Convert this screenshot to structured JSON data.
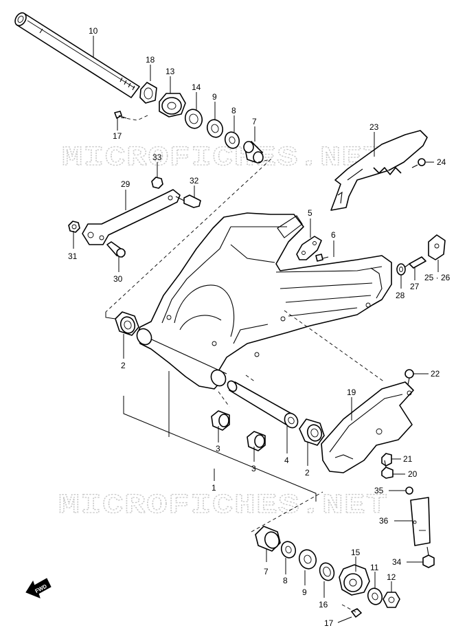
{
  "watermark": "MICROFICHES.NET",
  "direction_label": "FWD",
  "callouts": [
    {
      "id": "c10a",
      "label": "10"
    },
    {
      "id": "c18",
      "label": "18"
    },
    {
      "id": "c13",
      "label": "13"
    },
    {
      "id": "c14",
      "label": "14"
    },
    {
      "id": "c9a",
      "label": "9"
    },
    {
      "id": "c8a",
      "label": "8"
    },
    {
      "id": "c7a",
      "label": "7"
    },
    {
      "id": "c17a",
      "label": "17"
    },
    {
      "id": "c33",
      "label": "33"
    },
    {
      "id": "c32",
      "label": "32"
    },
    {
      "id": "c29",
      "label": "29"
    },
    {
      "id": "c31",
      "label": "31"
    },
    {
      "id": "c30",
      "label": "30"
    },
    {
      "id": "c23",
      "label": "23"
    },
    {
      "id": "c24",
      "label": "24"
    },
    {
      "id": "c5",
      "label": "5"
    },
    {
      "id": "c6",
      "label": "6"
    },
    {
      "id": "c25",
      "label": "25 · 26"
    },
    {
      "id": "c27",
      "label": "27"
    },
    {
      "id": "c28",
      "label": "28"
    },
    {
      "id": "c2a",
      "label": "2"
    },
    {
      "id": "c22",
      "label": "22"
    },
    {
      "id": "c19",
      "label": "19"
    },
    {
      "id": "c3a",
      "label": "3"
    },
    {
      "id": "c3b",
      "label": "3"
    },
    {
      "id": "c4",
      "label": "4"
    },
    {
      "id": "c2b",
      "label": "2"
    },
    {
      "id": "c21",
      "label": "21"
    },
    {
      "id": "c20",
      "label": "20"
    },
    {
      "id": "c1",
      "label": "1"
    },
    {
      "id": "c35",
      "label": "35"
    },
    {
      "id": "c36",
      "label": "36"
    },
    {
      "id": "c34",
      "label": "34"
    },
    {
      "id": "c7b",
      "label": "7"
    },
    {
      "id": "c8b",
      "label": "8"
    },
    {
      "id": "c9b",
      "label": "9"
    },
    {
      "id": "c16",
      "label": "16"
    },
    {
      "id": "c15",
      "label": "15"
    },
    {
      "id": "c11",
      "label": "11"
    },
    {
      "id": "c12",
      "label": "12"
    },
    {
      "id": "c17b",
      "label": "17"
    }
  ]
}
